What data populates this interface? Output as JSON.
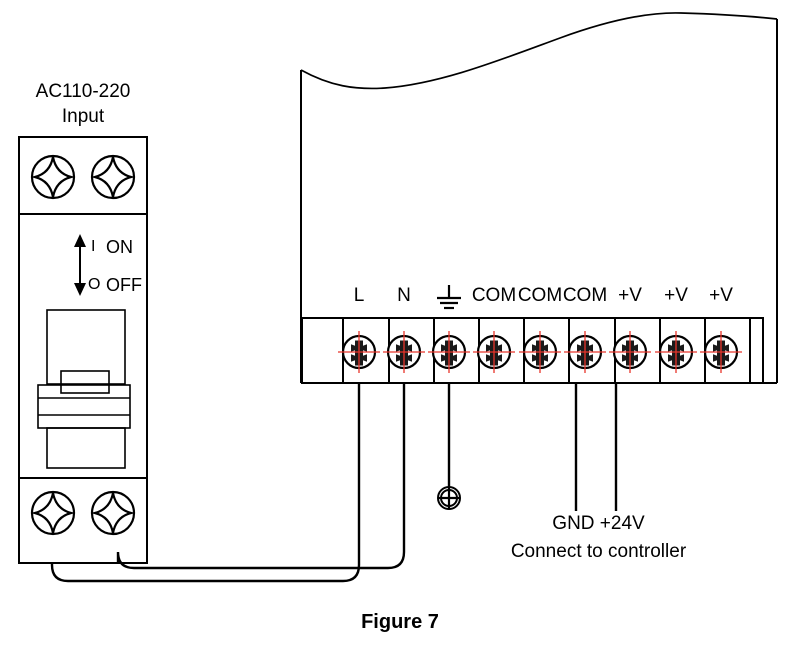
{
  "figure": {
    "caption": "Figure 7"
  },
  "breaker": {
    "title_line1": "AC110-220",
    "title_line2": "Input",
    "switch": {
      "on_mark": "I",
      "on_label": "ON",
      "off_mark": "O",
      "off_label": "OFF"
    },
    "top_screws": 2,
    "bottom_screws": 2
  },
  "terminal_block": {
    "labels": [
      "L",
      "N",
      "earth-icon",
      "COM",
      "COM",
      "COM",
      "+V",
      "+V",
      "+V"
    ],
    "count": 9,
    "label_L": "L",
    "label_N": "N",
    "label_ground": "",
    "label_com1": "COM",
    "label_com2": "COM",
    "label_com3": "COM",
    "label_v1": "+V",
    "label_v2": "+V",
    "label_v3": "+V"
  },
  "annotations": {
    "gnd_24v": "GND +24V",
    "connect_note": "Connect to controller"
  },
  "colors": {
    "line": "#000000",
    "screw_crosshair": "#e8342a",
    "background": "#ffffff"
  }
}
